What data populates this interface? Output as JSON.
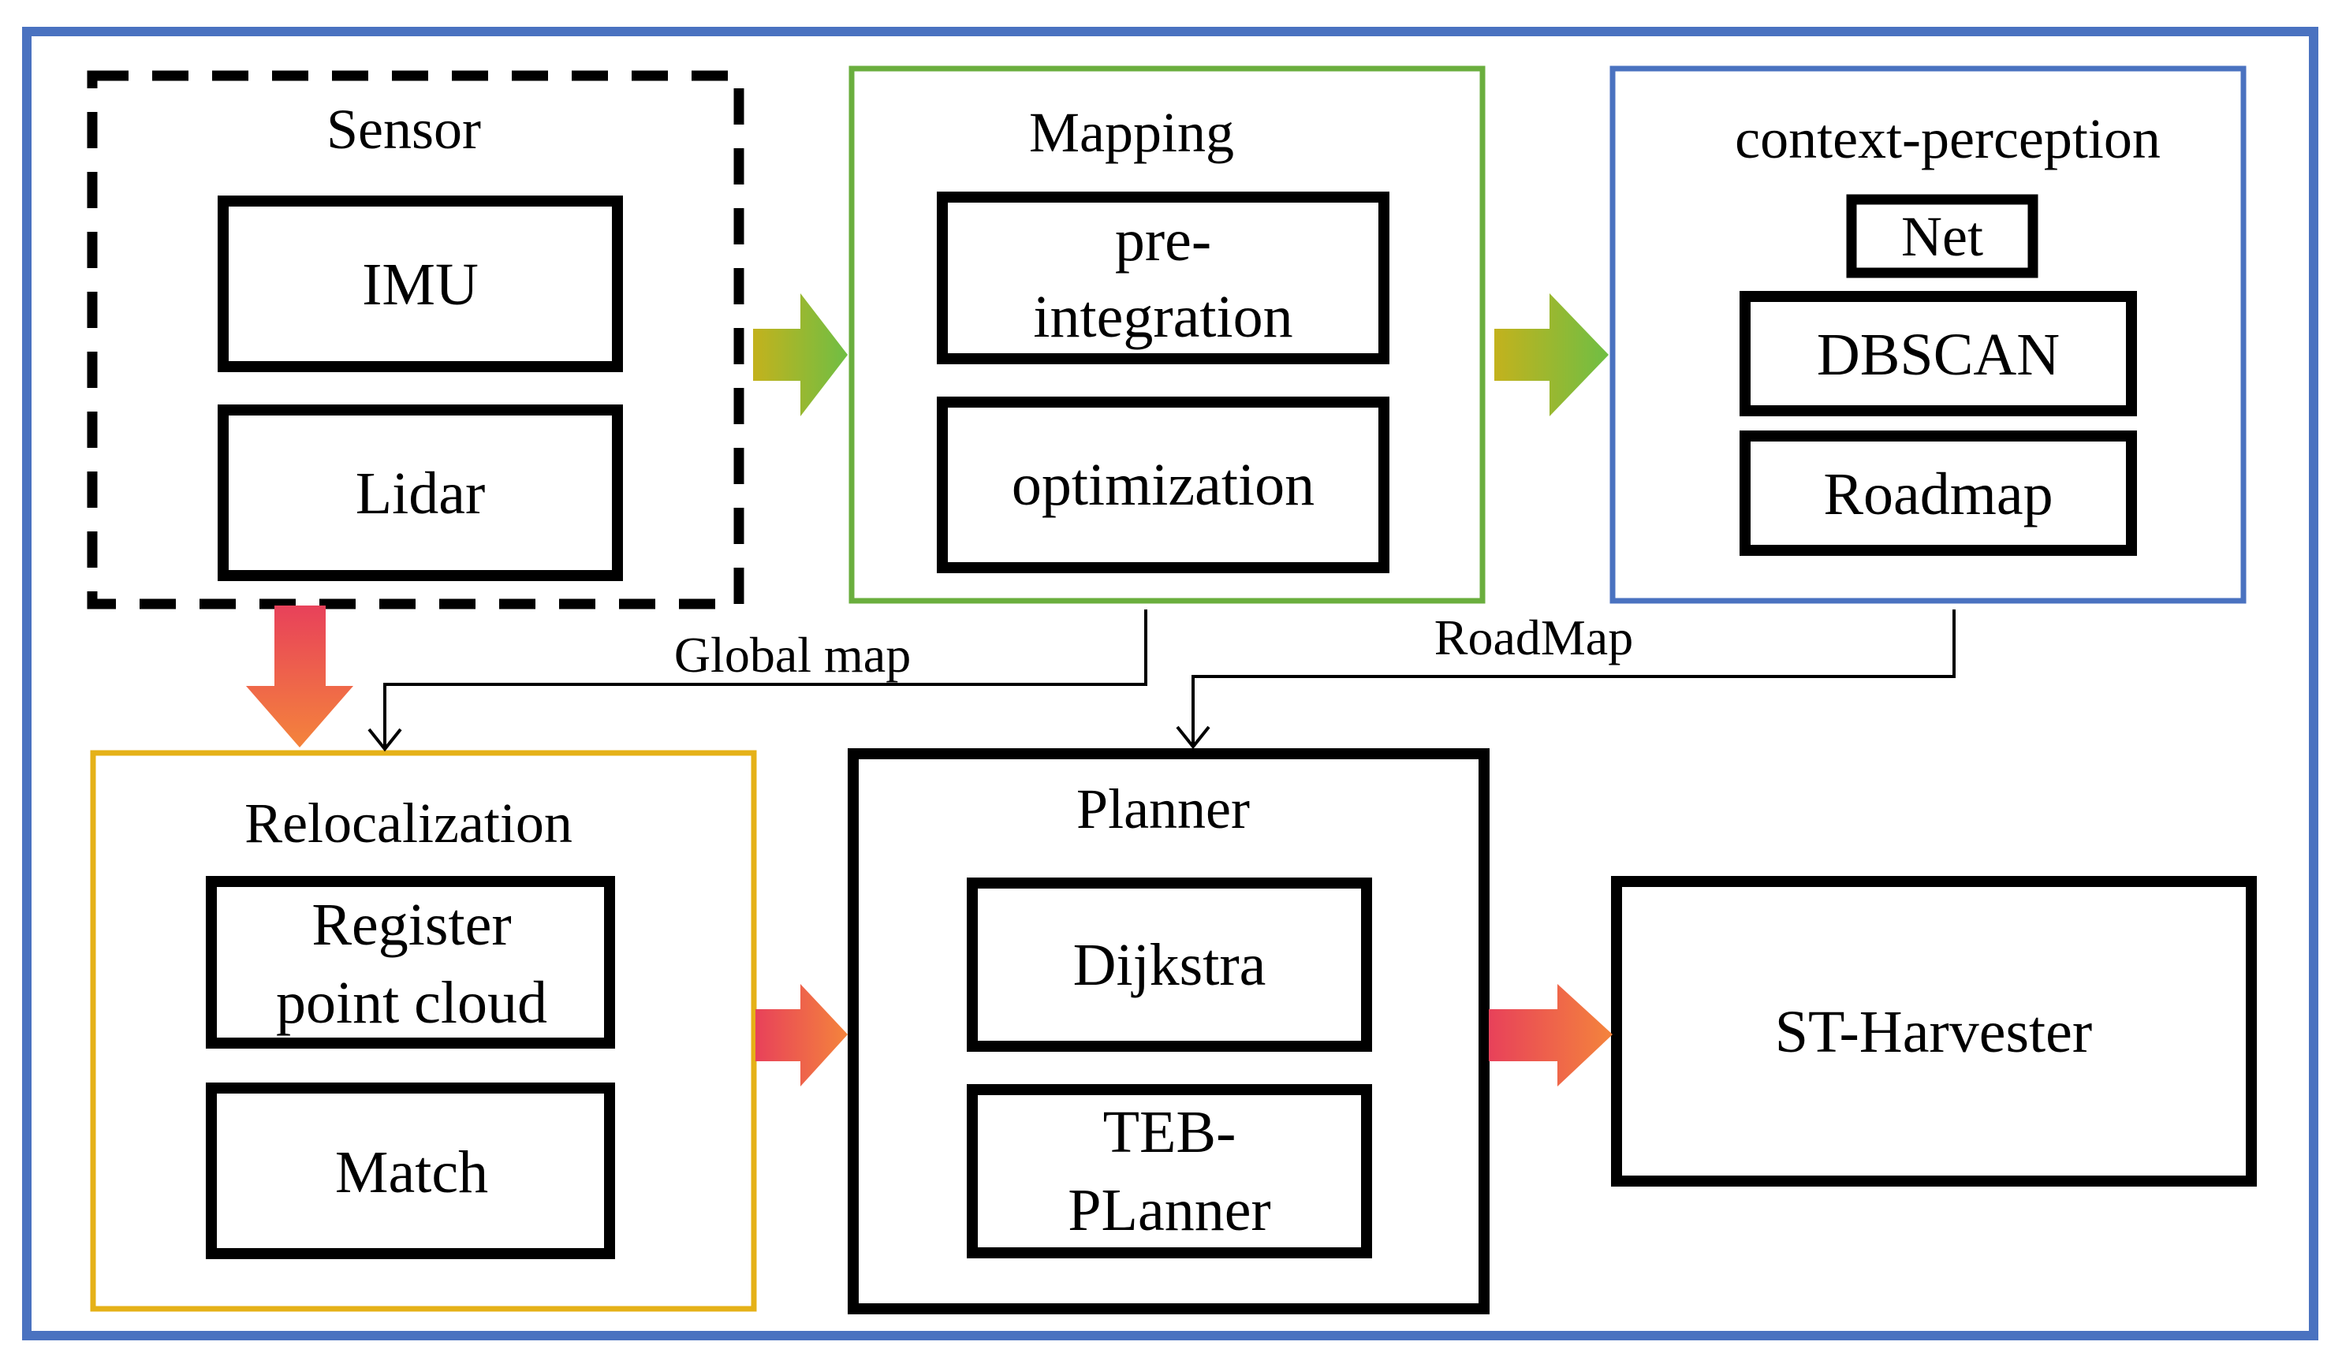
{
  "colors": {
    "outer_border": "#4a72c0",
    "sensor_border": "#000000",
    "mapping_border": "#6aae3e",
    "perception_border": "#4a72c0",
    "relocalization_border": "#e5b118",
    "planner_border": "#000000",
    "arrow_green_start": "#c3b21d",
    "arrow_green_end": "#6fbe44",
    "arrow_red_start": "#e8415a",
    "arrow_red_end": "#f4843c",
    "connector_line": "#000000"
  },
  "modules": {
    "sensor": {
      "title": "Sensor",
      "items": [
        "IMU",
        "Lidar"
      ]
    },
    "mapping": {
      "title": "Mapping",
      "items": [
        [
          "pre-",
          "integration"
        ],
        [
          "optimization"
        ]
      ]
    },
    "perception": {
      "title": "context-perception",
      "items": [
        "Net",
        "DBSCAN",
        "Roadmap"
      ]
    },
    "relocalization": {
      "title": "Relocalization",
      "items": [
        [
          "Register",
          "point cloud"
        ],
        [
          "Match"
        ]
      ]
    },
    "planner": {
      "title": "Planner",
      "items": [
        [
          "Dijkstra"
        ],
        [
          "TEB-",
          "PLanner"
        ]
      ]
    },
    "harvester": {
      "label": "ST-Harvester"
    }
  },
  "connectors": {
    "global_map": "Global map",
    "roadmap": "RoadMap"
  }
}
